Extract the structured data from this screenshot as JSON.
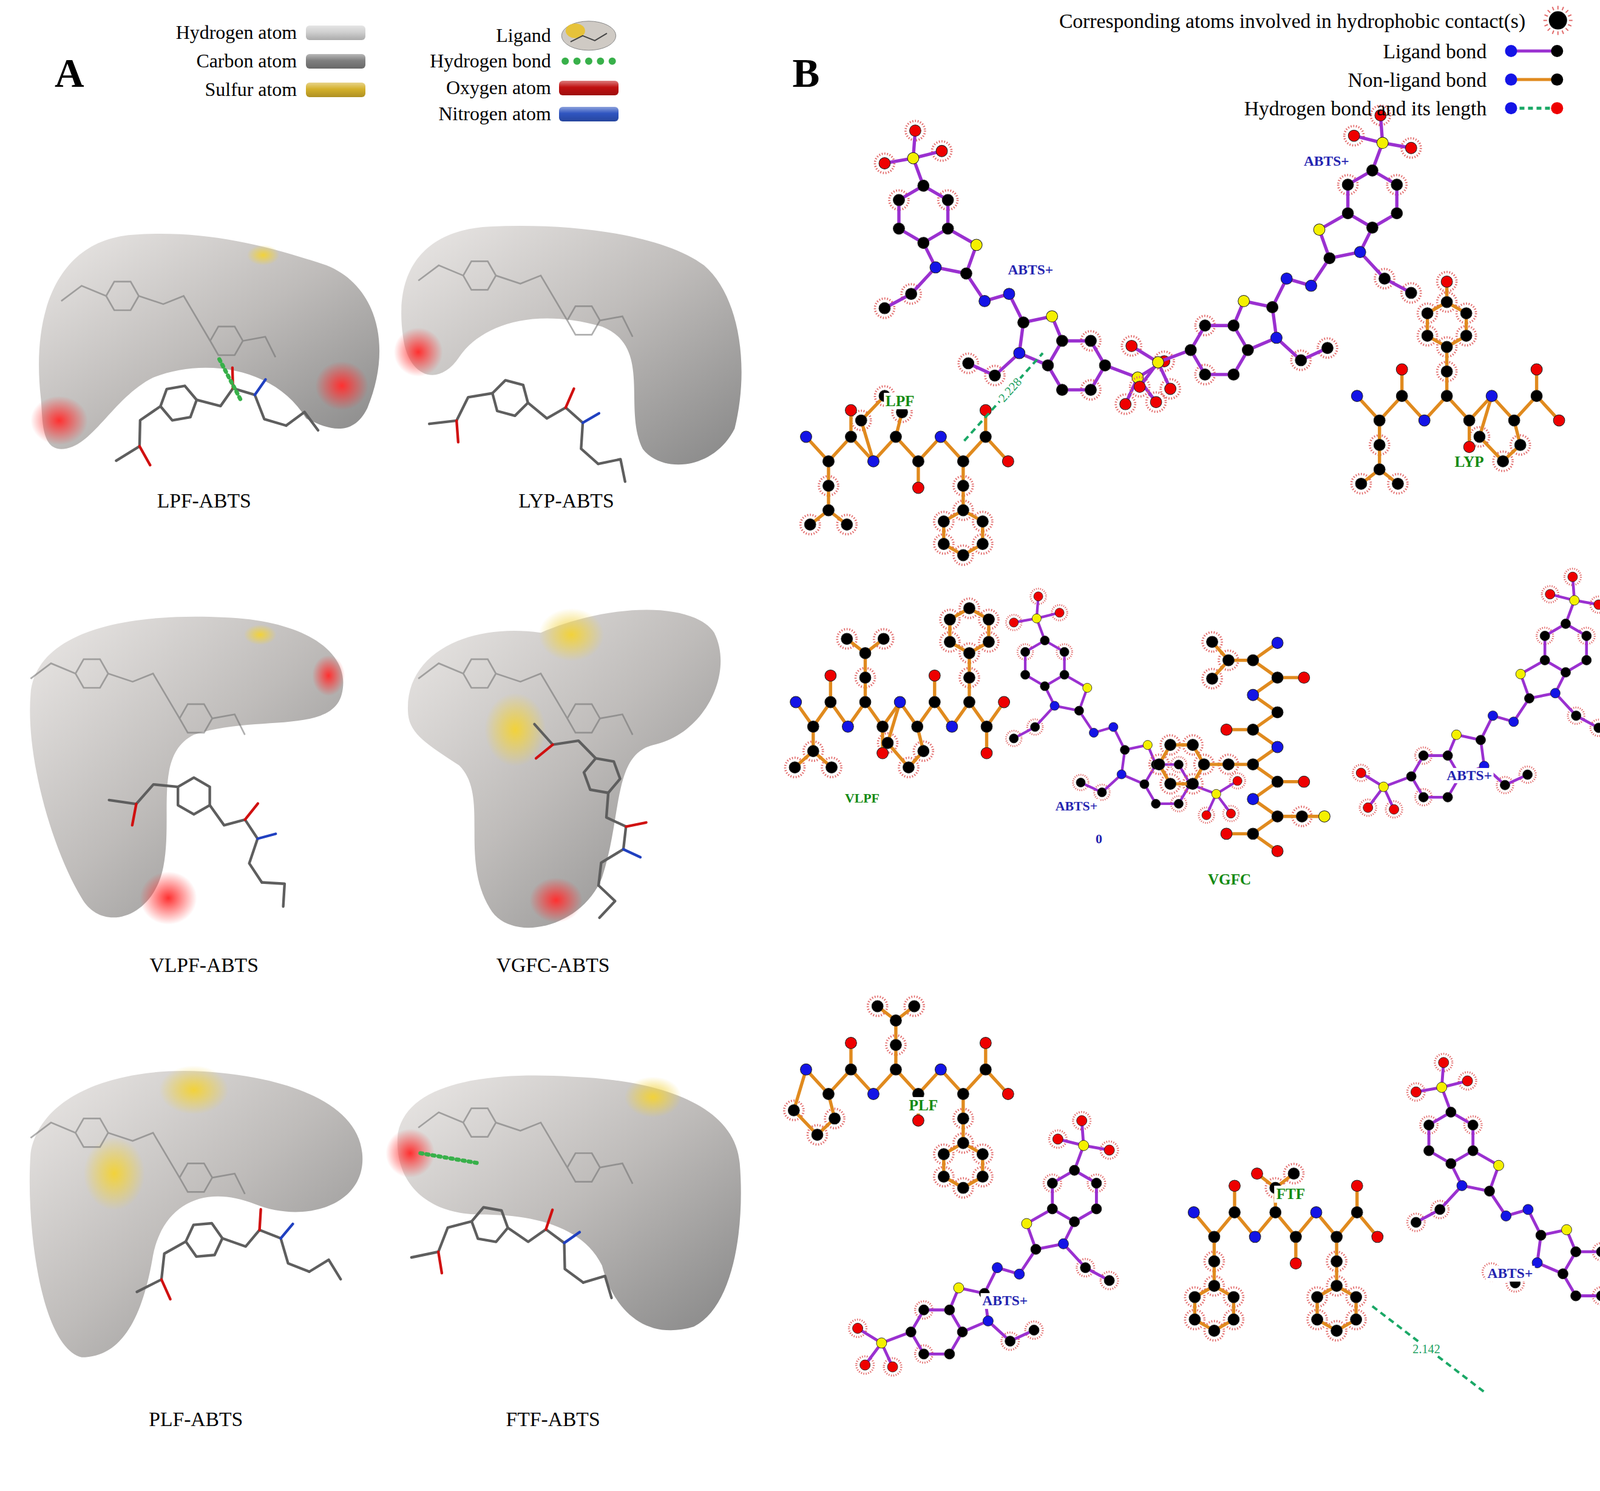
{
  "diagram": {
    "labels": [
      "A",
      "B",
      "LPF-ABTS",
      "LYP-ABTS",
      "VLPF-ABTS",
      "VGFC-ABTS",
      "PLF-ABTS",
      "FTF-ABTS",
      "ABTS+",
      "LPF",
      "2.228",
      "ABTS+",
      "LYP",
      "VLPF",
      "ABTS+",
      "0",
      "VGFC",
      "ABTS+",
      "PLF",
      "ABTS+",
      "FTF",
      "ABTS+",
      "2.142"
    ],
    "legend": [
      {
        "text": "Hydrogen atom",
        "color": "#d0d0d0"
      },
      {
        "text": "Ligand"
      },
      {
        "text": "Carbon atom",
        "color": "#7f7f7f"
      },
      {
        "text": "Hydrogen bond"
      },
      {
        "text": "Sulfur atom",
        "color": "#d4b02a"
      },
      {
        "text": "Oxygen atom",
        "color": "#c01010"
      },
      {
        "text": "Nitrogen atom",
        "color": "#2f55c0"
      },
      {
        "text": "Corresponding atoms involved in hydrophobic contact(s)"
      },
      {
        "text": "Ligand bond"
      },
      {
        "text": "Non-ligand bond"
      },
      {
        "text": "Hydrogen bond and its length"
      }
    ]
  }
}
